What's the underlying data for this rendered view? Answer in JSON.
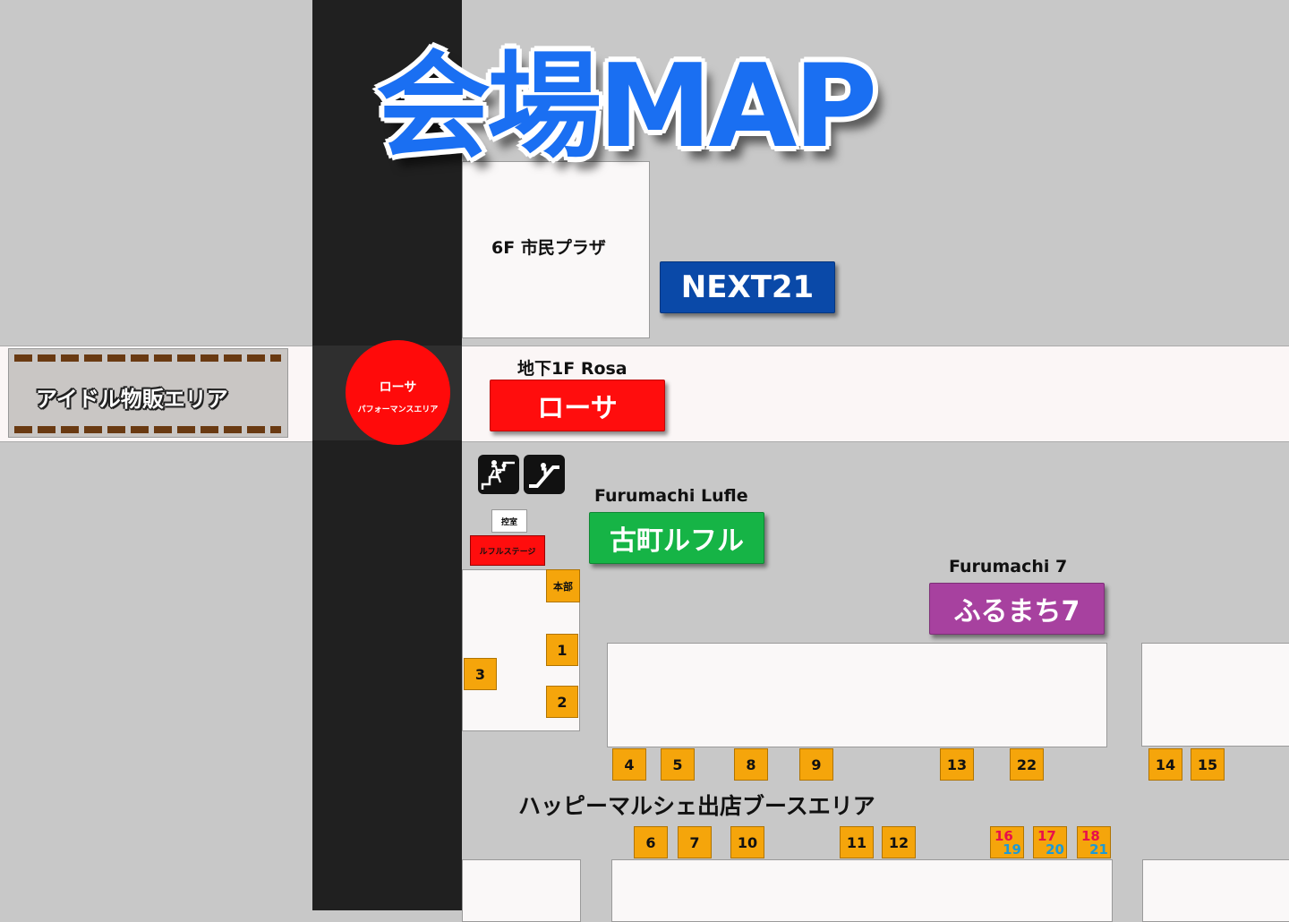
{
  "title": "会場MAP",
  "areas": {
    "plaza_6f": "6F 市民プラザ",
    "next21": "NEXT21",
    "rosa_sub": "地下1F Rosa",
    "rosa_sign": "ローサ",
    "idol_area": "アイドル物販エリア",
    "rosa_circle_title": "ローサ",
    "rosa_circle_sub": "パフォーマンスエリア",
    "lufle_sub": "Furumachi Lufle",
    "lufle_sign": "古町ルフル",
    "f7_sub": "Furumachi 7",
    "f7_sign": "ふるまち7",
    "waiting_room": "控室",
    "lufle_stage": "ルフルステージ",
    "honbu": "本部",
    "marche_area": "ハッピーマルシェ出店ブースエリア"
  },
  "icons": [
    "stairs-icon",
    "escalator-icon"
  ],
  "booths": {
    "b1": "1",
    "b2": "2",
    "b3": "3",
    "b4": "4",
    "b5": "5",
    "b6": "6",
    "b7": "7",
    "b8": "8",
    "b9": "9",
    "b10": "10",
    "b11": "11",
    "b12": "12",
    "b13": "13",
    "b14": "14",
    "b15": "15",
    "b22": "22",
    "b16": "16",
    "b19": "19",
    "b17": "17",
    "b20": "20",
    "b18": "18",
    "b21": "21"
  },
  "colors": {
    "title": "#1a6ff2",
    "next21": "#0a49a8",
    "rosa": "#ff0d0d",
    "lufle": "#16b446",
    "furumachi7": "#a7419f",
    "booth": "#f5a50b"
  }
}
